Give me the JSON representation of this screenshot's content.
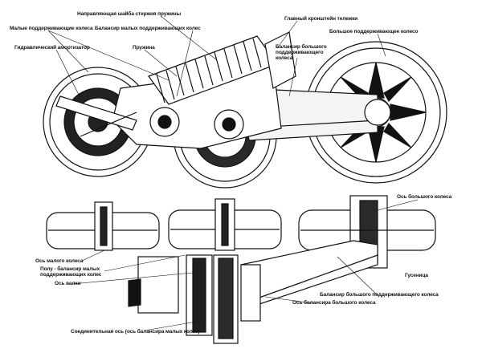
{
  "colors": {
    "ink": "#111111",
    "paper": "#ffffff",
    "shade": "#3a3a3a"
  },
  "labels": {
    "spring_guide": "Направляющая шайба стержня пружины",
    "main_bracket": "Главный кронштейн тележки",
    "small_wheels": "Малые поддерживающие колеса",
    "small_balancer": "Балансир малых поддерживающих колес",
    "big_wheel": "Большое поддерживающее колесо",
    "hydraulic_damper": "Гидравлический амортизатор",
    "spring": "Пружина",
    "big_balancer_top": "Балансир большого поддерживающего колеса",
    "big_wheel_axle": "Ось большого колеса",
    "small_wheel_axle": "Ось малого колеса",
    "half_balancer": "Полу - балансир малых поддерживающих колес",
    "hull_axle": "Ось валки",
    "track": "Гусеница",
    "big_balancer_bottom": "Балансир большого поддерживающего колеса",
    "big_balancer_axle": "Ось балансира большого колеса",
    "connecting_axle": "Соединительная ось (ось балансира малых колес)"
  }
}
